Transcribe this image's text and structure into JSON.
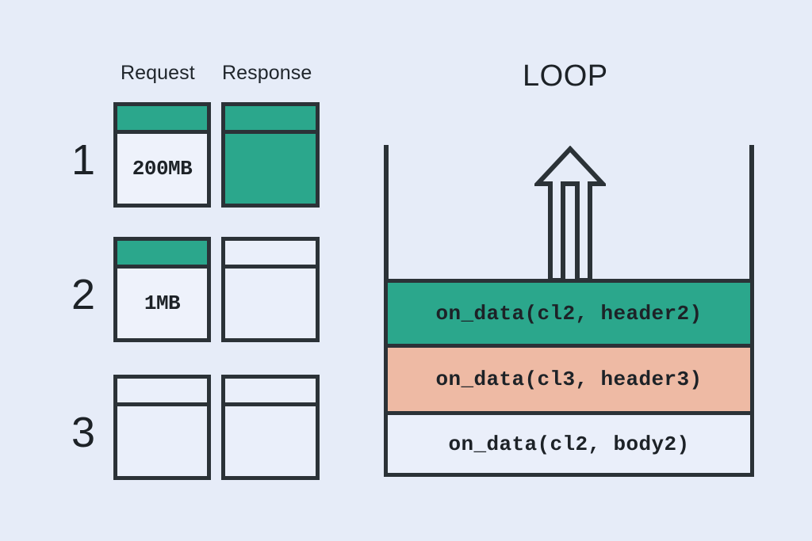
{
  "palette": {
    "background": "#e6ecf8",
    "ink": "#2b3237",
    "teal": "#2ba78c",
    "salmon": "#eebaa4",
    "panel_light": "#eaeffa",
    "panel_white": "#eef2fb"
  },
  "left_panel": {
    "columns": [
      {
        "label": "Request"
      },
      {
        "label": "Response"
      }
    ],
    "rows": [
      {
        "index": "1",
        "request": {
          "header_fill": "teal",
          "body_fill": "white",
          "body_label": "200MB"
        },
        "response": {
          "header_fill": "teal",
          "body_fill": "teal",
          "body_label": ""
        }
      },
      {
        "index": "2",
        "request": {
          "header_fill": "teal",
          "body_fill": "white",
          "body_label": "1MB"
        },
        "response": {
          "header_fill": "empty",
          "body_fill": "empty",
          "body_label": ""
        }
      },
      {
        "index": "3",
        "request": {
          "header_fill": "empty",
          "body_fill": "empty",
          "body_label": ""
        },
        "response": {
          "header_fill": "empty",
          "body_fill": "empty",
          "body_label": ""
        }
      }
    ]
  },
  "loop_panel": {
    "title": "LOOP",
    "arrow_direction": "up",
    "frames": [
      {
        "text": "on_data(cl2, header2)",
        "fill": "teal"
      },
      {
        "text": "on_data(cl3, header3)",
        "fill": "salmon"
      },
      {
        "text": "on_data(cl2, body2)",
        "fill": "white"
      }
    ]
  }
}
